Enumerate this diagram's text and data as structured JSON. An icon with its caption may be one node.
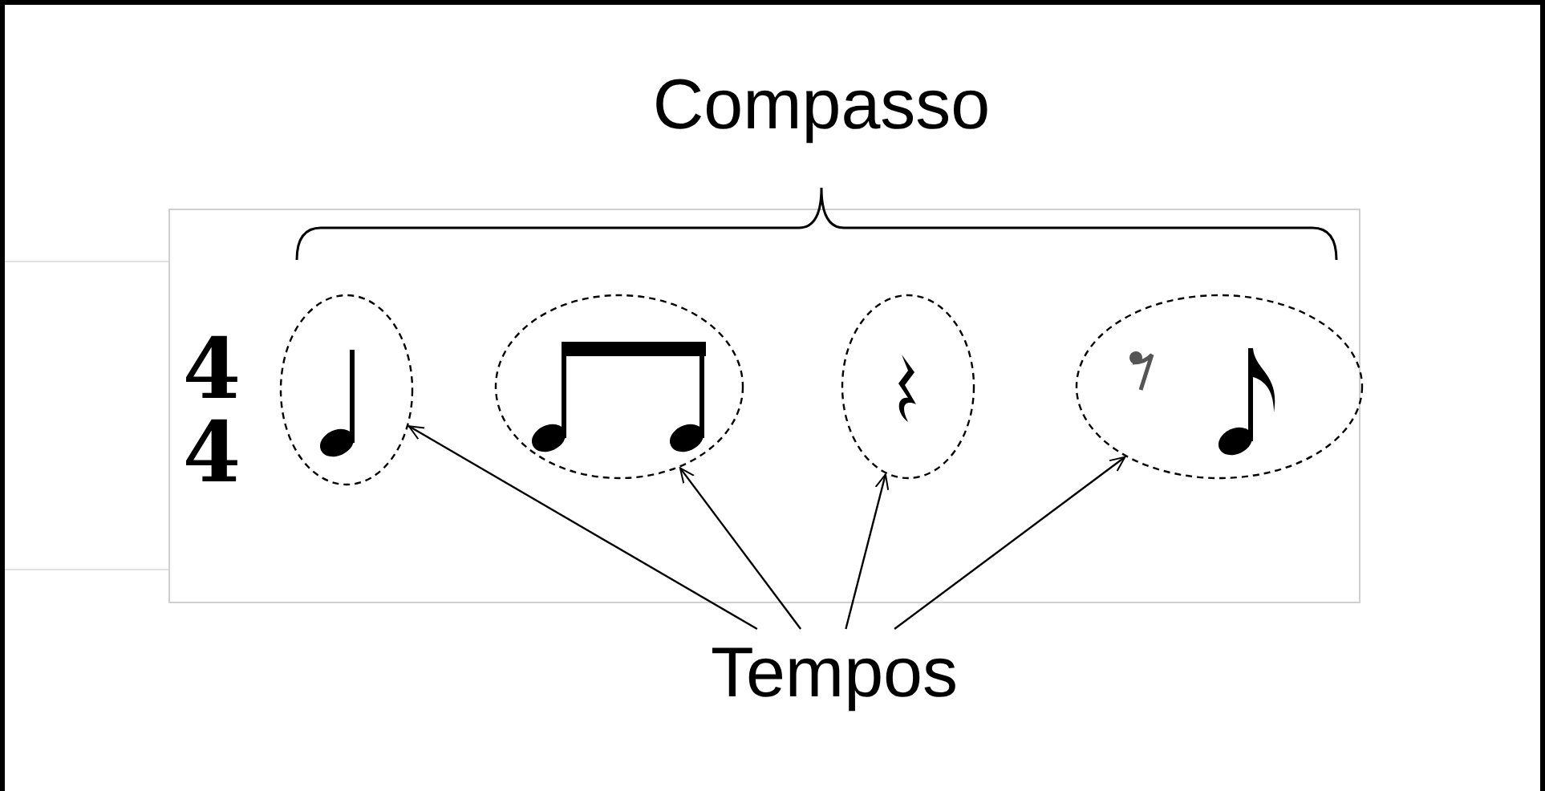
{
  "diagram": {
    "nodes": [
      {
        "text": [],
        "shape": "ellipse"
      },
      {
        "text": [],
        "shape": "ellipse"
      },
      {
        "text": [],
        "shape": "ellipse"
      },
      {
        "text": [],
        "shape": "ellipse"
      },
      {
        "text": [
          "Tempos"
        ]
      }
    ],
    "edges": [
      {
        "from": 4,
        "to": 0,
        "arrow": "to"
      },
      {
        "from": 4,
        "to": 1,
        "arrow": "to"
      },
      {
        "from": 4,
        "to": 2,
        "arrow": "to"
      },
      {
        "from": 4,
        "to": 3,
        "arrow": "to"
      }
    ],
    "labels": [
      "Compasso",
      "4",
      "4"
    ]
  }
}
